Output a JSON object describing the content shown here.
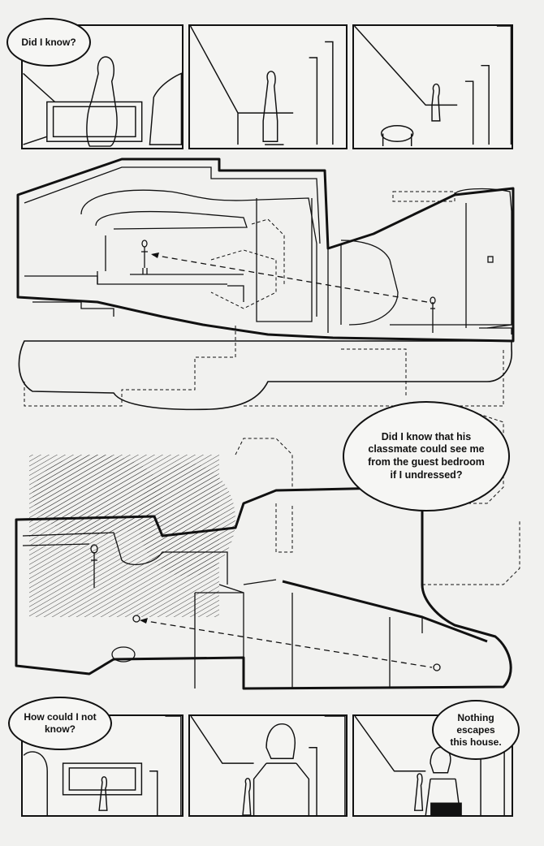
{
  "bubbles": {
    "b1": "Did I know?",
    "b2": "Did I know that his classmate could see me from the guest bedroom if I undressed?",
    "b3": "How could I not know?",
    "b4": "Nothing escapes this house."
  },
  "colors": {
    "ink": "#111111",
    "paper": "#f4f4f2",
    "hatch": "#333333"
  }
}
